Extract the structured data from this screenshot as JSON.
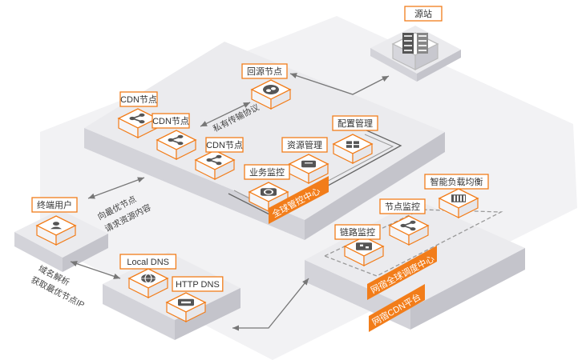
{
  "colors": {
    "accent": "#f27d1a",
    "platform_top": "#ebebee",
    "platform_left": "#d3d3d9",
    "platform_right": "#c4c4cb",
    "bg_plane": "#f2f2f4",
    "node_top": "#ffffff",
    "node_icon": "#555555",
    "line": "#7a7a7a"
  },
  "nodes": {
    "origin": "源站",
    "back_to_origin": "回源节点",
    "cdn_1": "CDN节点",
    "cdn_2": "CDN节点",
    "cdn_3": "CDN节点",
    "config_mgmt": "配置管理",
    "resource_mgmt": "资源管理",
    "business_monitor": "业务监控",
    "end_user": "终端用户",
    "local_dns": "Local DNS",
    "http_dns": "HTTP DNS",
    "load_balance": "智能负载均衡",
    "node_monitor": "节点监控",
    "link_monitor": "链路监控"
  },
  "banners": {
    "global_control": "全球管控中心",
    "global_dispatch": "网宿全球调度中心",
    "cdn_platform": "网宿CDN平台"
  },
  "edges": {
    "private_protocol": "私有传输协议",
    "user_cdn_line1": "向最优节点",
    "user_cdn_line2": "请求资源内容",
    "user_dns_line1": "域名解析",
    "user_dns_line2": "获取最优节点IP"
  },
  "icons": {
    "origin": "server-rack-icon",
    "back_to_origin": "cloud-cluster-icon",
    "cdn": "node-share-icon",
    "config_mgmt": "grid-blocks-icon",
    "resource_mgmt": "folder-icon",
    "business_monitor": "dashboard-icon",
    "end_user": "user-icon",
    "local_dns": "globe-icon",
    "http_dns": "dns-box-icon",
    "load_balance": "bars-icon",
    "node_monitor": "node-share-icon",
    "link_monitor": "network-icon"
  }
}
